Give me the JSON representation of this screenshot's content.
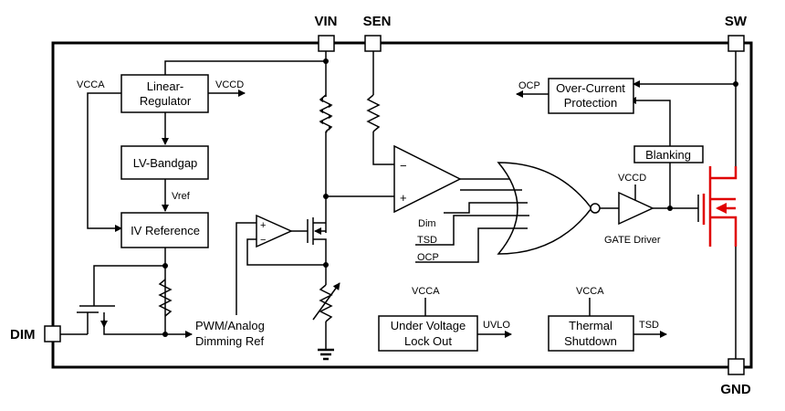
{
  "pins": {
    "vin": "VIN",
    "sen": "SEN",
    "sw": "SW",
    "dim": "DIM",
    "gnd": "GND"
  },
  "blocks": {
    "linear_regulator_l1": "Linear-",
    "linear_regulator_l2": "Regulator",
    "lv_bandgap": "LV-Bandgap",
    "iv_reference": "IV Reference",
    "ocp_l1": "Over-Current",
    "ocp_l2": "Protection",
    "blanking": "Blanking",
    "uvlo_l1": "Under Voltage",
    "uvlo_l2": "Lock Out",
    "tsd_l1": "Thermal",
    "tsd_l2": "Shutdown"
  },
  "signals": {
    "vcca_left": "VCCA",
    "vccd_reg": "VCCD",
    "vref": "Vref",
    "ocp_out": "OCP",
    "vccd_driver": "VCCD",
    "gate_driver": "GATE Driver",
    "dim_in": "Dim",
    "tsd_in": "TSD",
    "ocp_in": "OCP",
    "pwm_l1": "PWM/Analog",
    "pwm_l2": "Dimming Ref",
    "vcca_uvlo": "VCCA",
    "uvlo_out": "UVLO",
    "vcca_tsd": "VCCA",
    "tsd_out": "TSD",
    "plus": "+",
    "minus": "−",
    "opamp_plus": "+",
    "opamp_minus": "−"
  },
  "colors": {
    "mosfet": "#e00000"
  }
}
